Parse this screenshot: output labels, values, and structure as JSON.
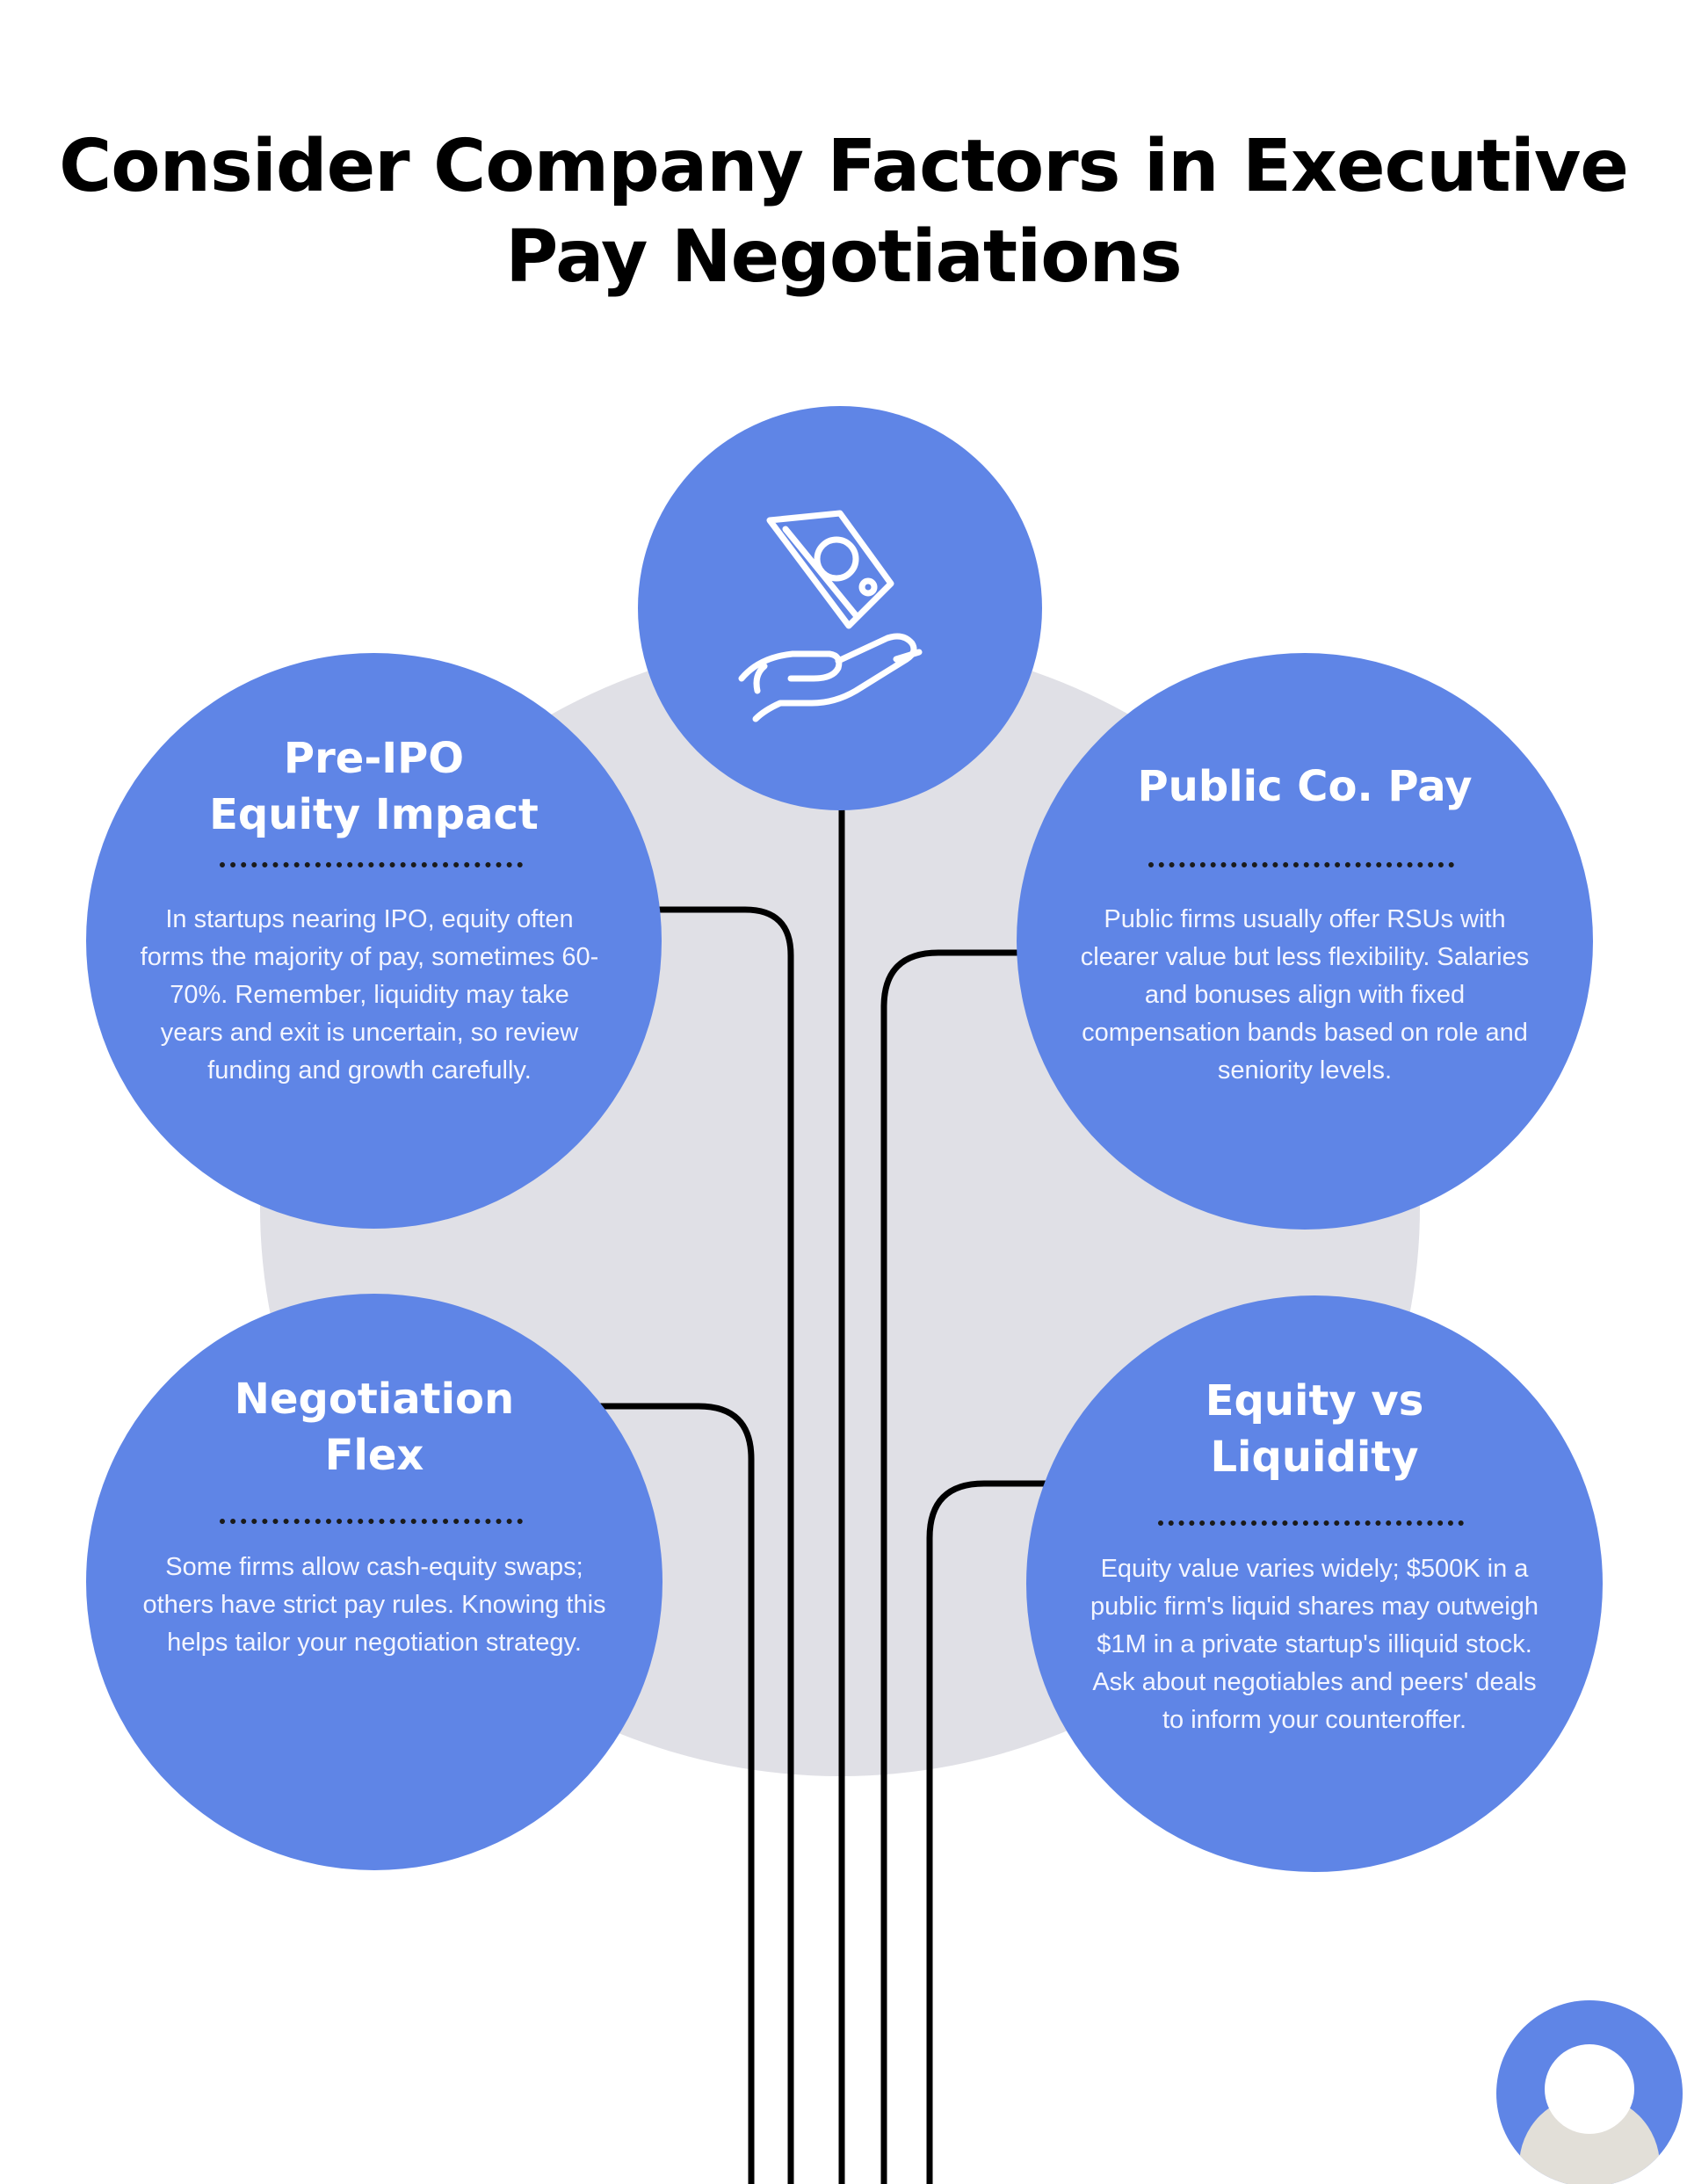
{
  "title": {
    "line1": "Consider Company Factors in Executive",
    "line2": "Pay Negotiations"
  },
  "hub": {
    "icon": "hand-receiving-money-icon"
  },
  "cards": [
    {
      "title_line1": "Pre-IPO",
      "title_line2": "Equity Impact",
      "body": "In startups nearing IPO, equity often forms the majority of pay, sometimes 60-70%. Remember, liquidity may take years and exit is uncertain, so review funding and growth carefully."
    },
    {
      "title_line1": "Public Co. Pay",
      "title_line2": "",
      "body": "Public firms usually offer RSUs with clearer value but less flexibility. Salaries and bonuses align with fixed compensation bands based on role and seniority levels."
    },
    {
      "title_line1": "Negotiation",
      "title_line2": "Flex",
      "body": "Some firms allow cash-equity swaps; others have strict pay rules. Knowing this helps tailor your negotiation strategy."
    },
    {
      "title_line1": "Equity vs",
      "title_line2": "Liquidity",
      "body": "Equity value varies widely; $500K in a public firm's liquid shares may outweigh $1M in a private startup's illiquid stock. Ask about negotiables and peers' deals to inform your counteroffer."
    }
  ],
  "colors": {
    "accent": "#5f85e6",
    "disc": "#e0e0e6",
    "line": "#000000",
    "text_on_accent": "#ffffff"
  },
  "avatar": {
    "icon": "user-avatar-icon"
  }
}
